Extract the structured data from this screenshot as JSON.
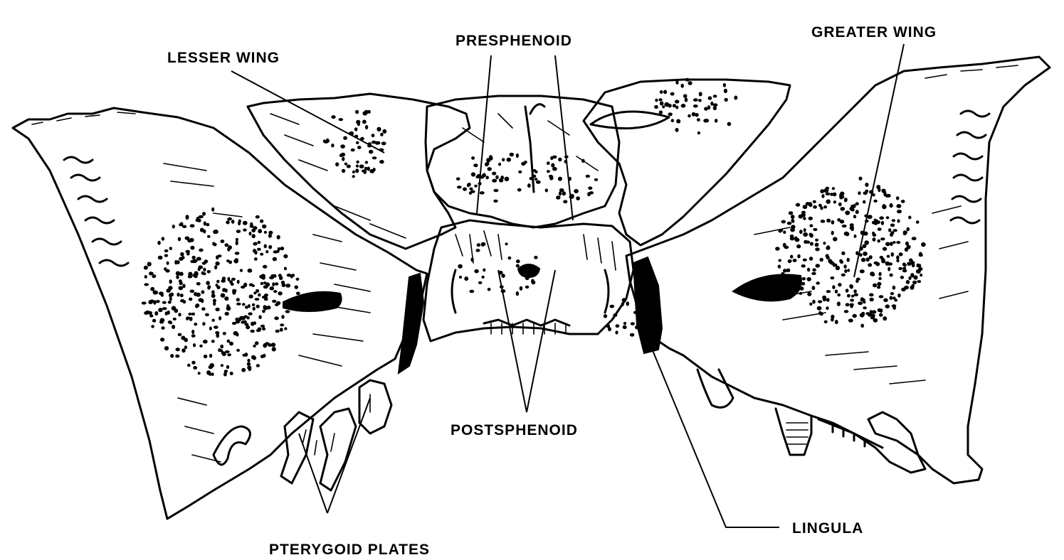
{
  "labels": {
    "lesser_wing": "LESSER WING",
    "presphenoid": "PRESPHENOID",
    "greater_wing": "GREATER WING",
    "postsphenoid": "POSTSPHENOID",
    "lingula": "LINGULA",
    "pterygoid_plates": "PTERYGOID PLATES"
  },
  "colors": {
    "ink": "#000000",
    "paper": "#ffffff"
  }
}
